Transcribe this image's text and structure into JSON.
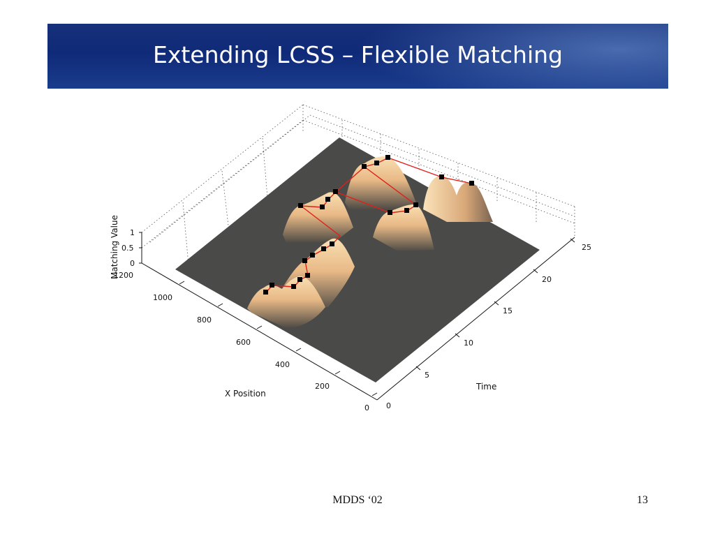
{
  "slide": {
    "title": "Extending LCSS – Flexible Matching",
    "footer": "MDDS ‘02",
    "page_number": "13"
  },
  "figure": {
    "z_axis_label": "Matching Value",
    "x_axis_label": "X Position",
    "time_axis_label": "Time",
    "z_ticks": [
      "1",
      "0.5",
      "0"
    ],
    "x_ticks": [
      "1200",
      "1000",
      "800",
      "600",
      "400",
      "200",
      "0"
    ],
    "time_ticks": [
      "0",
      "5",
      "10",
      "15",
      "20",
      "25"
    ],
    "colors": {
      "plane": "#4a4a48",
      "peak_light": "#f7d9a8",
      "peak_dark": "#6a5a48",
      "path": "#e0201a",
      "marker": "#000000",
      "banner": "#112d7a"
    }
  }
}
